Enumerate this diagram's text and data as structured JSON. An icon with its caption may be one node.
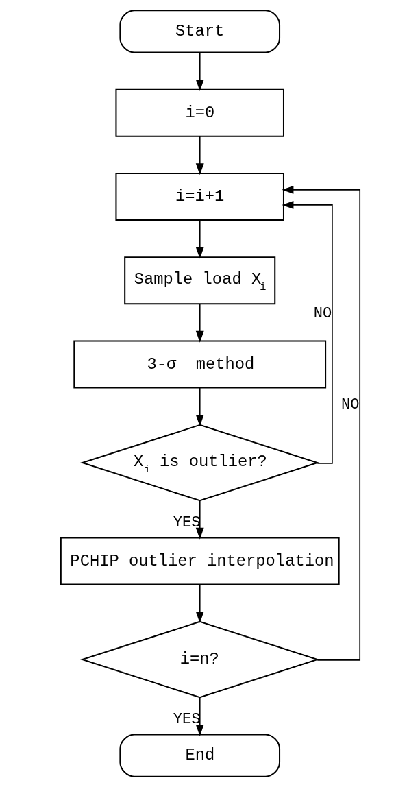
{
  "diagram": {
    "nodes": [
      {
        "text": [
          "Start"
        ]
      },
      {
        "text": [
          "i=0"
        ]
      },
      {
        "text": [
          "i=i+1"
        ]
      },
      {
        "text": [
          "Sample load X$_{i}$"
        ]
      },
      {
        "text": [
          "3-σ  method"
        ]
      },
      {
        "text": [
          "X$_{i}$ is outlier?"
        ]
      },
      {
        "text": [
          "PCHIP outlier interpolation"
        ]
      },
      {
        "text": [
          "i=n?"
        ]
      },
      {
        "text": [
          "End"
        ]
      }
    ],
    "edges": [
      {
        "from": 0,
        "to": 1,
        "arrow": "to"
      },
      {
        "from": 1,
        "to": 2,
        "arrow": "to"
      },
      {
        "from": 2,
        "to": 3,
        "arrow": "to"
      },
      {
        "from": 3,
        "to": 4,
        "arrow": "to"
      },
      {
        "from": 4,
        "to": 5,
        "arrow": "to"
      },
      {
        "from": 5,
        "to": 6,
        "arrow": "to",
        "label": "YES"
      },
      {
        "from": 6,
        "to": 7,
        "arrow": "to"
      },
      {
        "from": 7,
        "to": 8,
        "arrow": "to",
        "label": "YES"
      },
      {
        "from": 5,
        "to": 2,
        "arrow": "to",
        "label": "NO"
      },
      {
        "from": 7,
        "to": 2,
        "arrow": "to",
        "label": "NO"
      }
    ]
  }
}
